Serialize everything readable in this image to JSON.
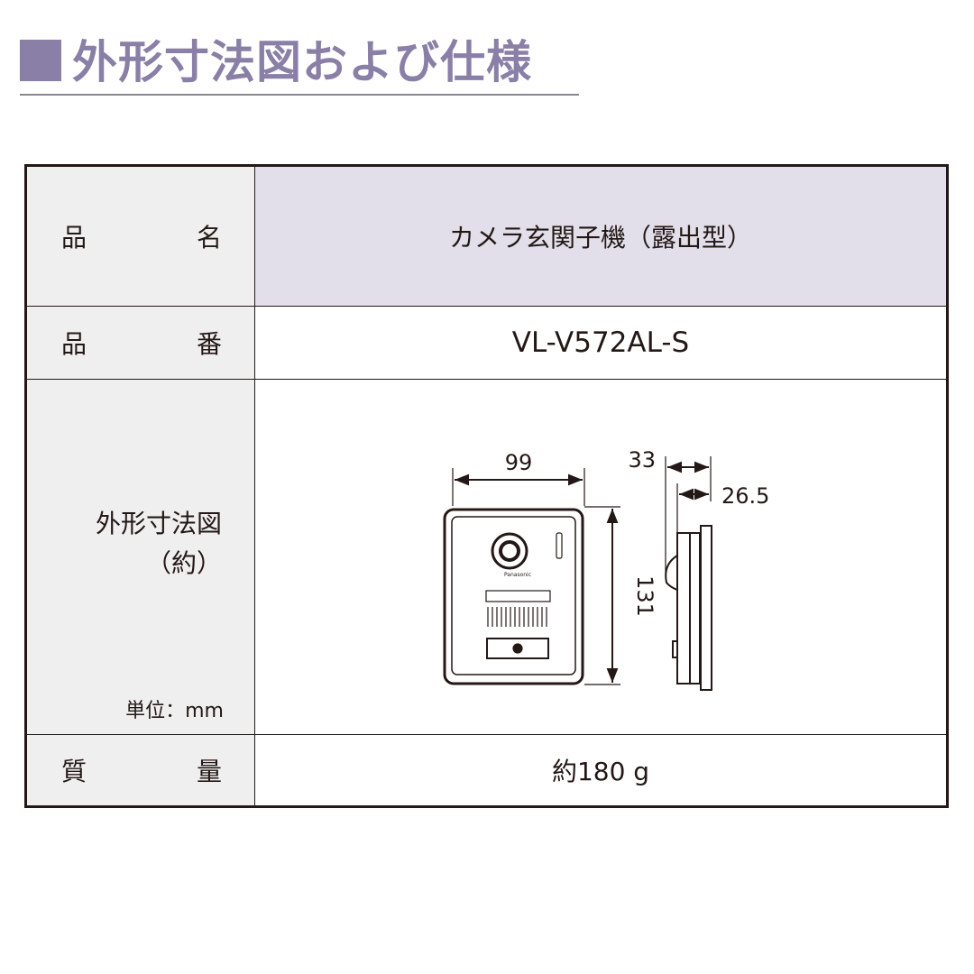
{
  "header": {
    "title": "外形寸法図および仕様",
    "title_color": "#8a7fa6"
  },
  "table": {
    "product_name": {
      "label_a": "品",
      "label_b": "名",
      "value": "カメラ玄関子機（露出型）"
    },
    "model": {
      "label_a": "品",
      "label_b": "番",
      "value": "VL-V572AL-S"
    },
    "dimensions": {
      "label_line1": "外形寸法図",
      "label_line2": "（約）",
      "unit": "単位：mm",
      "width": "99",
      "height": "131",
      "depth_total": "33",
      "depth_body": "26.5",
      "device_brand": "Panasonic"
    },
    "weight": {
      "label_a": "質",
      "label_b": "量",
      "value": "約180 g"
    }
  },
  "colors": {
    "header_row_bg": "#e3dfea",
    "label_col_bg": "#efefef"
  }
}
